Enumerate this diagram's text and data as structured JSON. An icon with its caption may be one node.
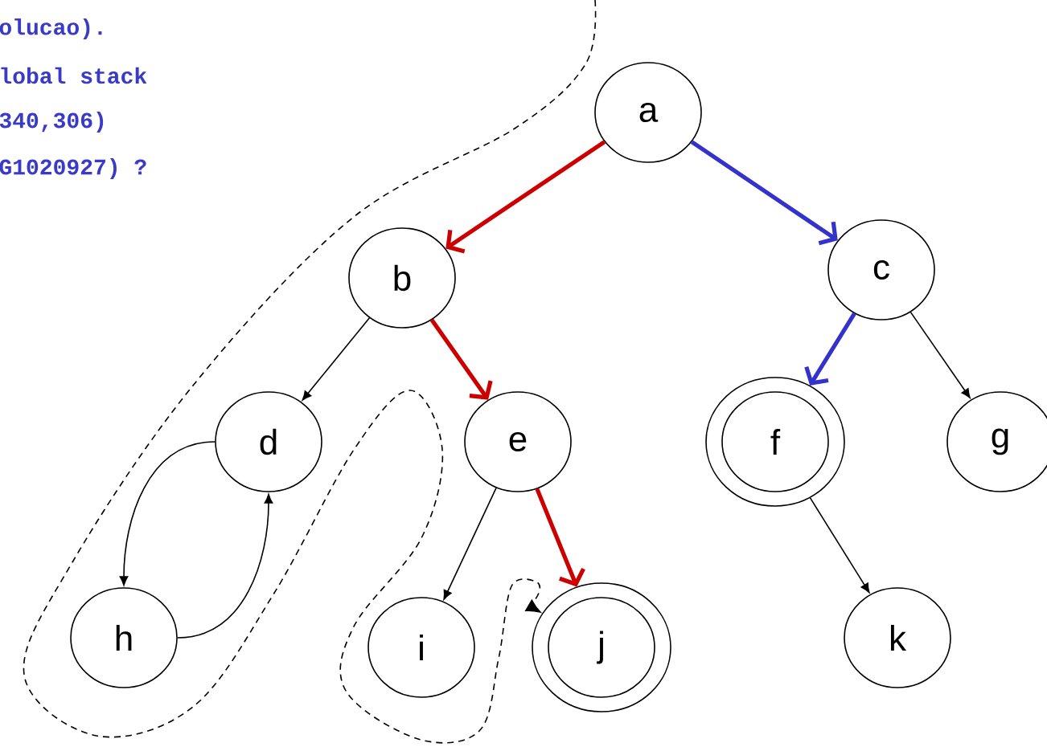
{
  "diagram": {
    "nodes": [
      {
        "text": [
          "a"
        ]
      },
      {
        "text": [
          "b"
        ]
      },
      {
        "text": [
          "c"
        ]
      },
      {
        "text": [
          "d"
        ]
      },
      {
        "text": [
          "e"
        ]
      },
      {
        "text": [
          "f"
        ]
      },
      {
        "text": [
          "g"
        ]
      },
      {
        "text": [
          "h"
        ]
      },
      {
        "text": [
          "i"
        ]
      },
      {
        "text": [
          "j"
        ]
      },
      {
        "text": [
          "k"
        ]
      }
    ],
    "edges": [
      {
        "from": 0,
        "to": 1,
        "arrow": "to",
        "style": "thick",
        "color": "#cc0000"
      },
      {
        "from": 0,
        "to": 2,
        "arrow": "to",
        "style": "thick",
        "color": "#3333cc"
      },
      {
        "from": 1,
        "to": 3,
        "arrow": "to"
      },
      {
        "from": 1,
        "to": 4,
        "arrow": "to",
        "style": "thick",
        "color": "#cc0000"
      },
      {
        "from": 2,
        "to": 5,
        "arrow": "to",
        "style": "thick",
        "color": "#3333cc"
      },
      {
        "from": 2,
        "to": 6,
        "arrow": "to"
      },
      {
        "from": 3,
        "to": 7,
        "arrow": "to"
      },
      {
        "from": 7,
        "to": 3,
        "arrow": "to"
      },
      {
        "from": 4,
        "to": 8,
        "arrow": "to"
      },
      {
        "from": 4,
        "to": 9,
        "arrow": "to",
        "style": "thick",
        "color": "#cc0000"
      },
      {
        "from": 5,
        "to": 10,
        "arrow": "to"
      },
      {
        "from": null,
        "to": 9,
        "arrow": "to",
        "style": "dashed"
      }
    ],
    "labels": [
      "olucao).",
      "lobal stack",
      "340,306)",
      "G1020927) ?"
    ]
  }
}
